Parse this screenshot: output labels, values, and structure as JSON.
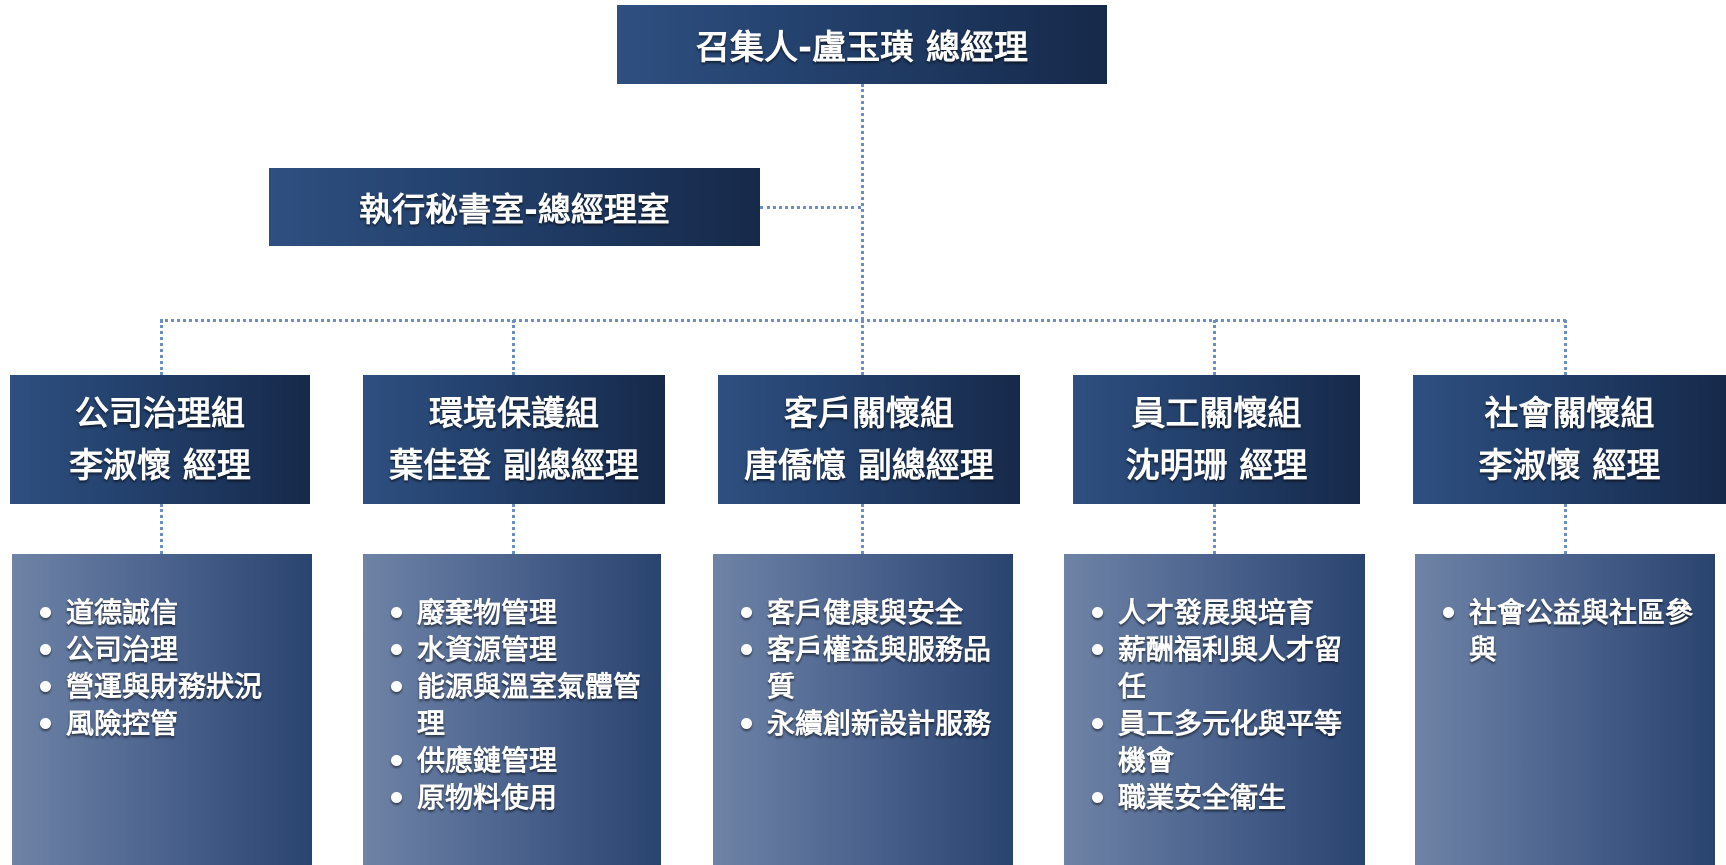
{
  "convener": "召集人-盧玉璜 總經理",
  "secretariat": "執行秘書室-總經理室",
  "groups": [
    {
      "name": "公司治理組",
      "leader": "李淑懷 經理",
      "items": [
        "道德誠信",
        "公司治理",
        "營運與財務狀況",
        "風險控管"
      ]
    },
    {
      "name": "環境保護組",
      "leader": "葉佳登 副總經理",
      "items": [
        "廢棄物管理",
        "水資源管理",
        "能源與溫室氣體管理",
        "供應鏈管理",
        "原物料使用"
      ]
    },
    {
      "name": "客戶關懷組",
      "leader": "唐僑憶 副總經理",
      "items": [
        "客戶健康與安全",
        "客戶權益與服務品質",
        "永續創新設計服務"
      ]
    },
    {
      "name": "員工關懷組",
      "leader": "沈明珊 經理",
      "items": [
        "人才發展與培育",
        "薪酬福利與人才留任",
        "員工多元化與平等機會",
        "職業安全衛生"
      ]
    },
    {
      "name": "社會關懷組",
      "leader": "李淑懷 經理",
      "items": [
        "社會公益與社區參與"
      ]
    }
  ],
  "colors": {
    "box_dark": "#1b3158",
    "box_light": "#5b729a",
    "connector": "#6a8fc4"
  }
}
